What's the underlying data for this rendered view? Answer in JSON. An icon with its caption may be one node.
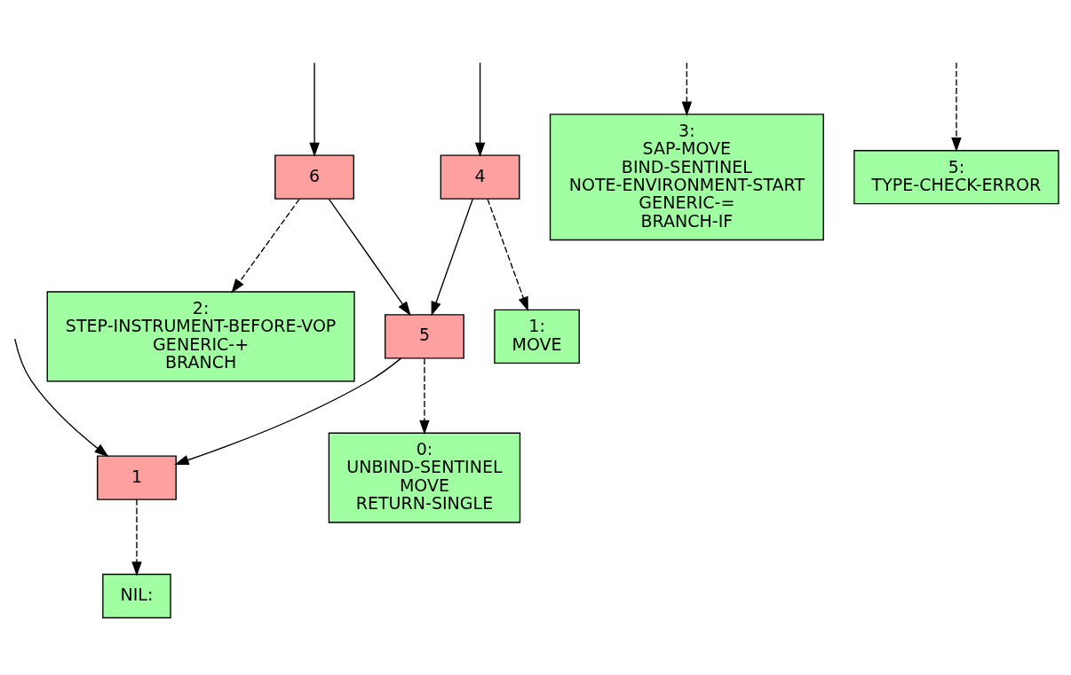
{
  "diagram": {
    "nodes": [
      {
        "text": [
          "4"
        ]
      },
      {
        "text": [
          "6"
        ]
      },
      {
        "text": [
          "3:",
          "SAP-MOVE",
          "BIND-SENTINEL",
          "NOTE-ENVIRONMENT-START",
          "GENERIC-=",
          "BRANCH-IF"
        ]
      },
      {
        "text": [
          "1:",
          "MOVE"
        ]
      },
      {
        "text": [
          "5"
        ]
      },
      {
        "text": [
          "1"
        ]
      },
      {
        "text": [
          "0:",
          "UNBIND-SENTINEL",
          "MOVE",
          "RETURN-SINGLE"
        ]
      },
      {
        "text": [
          "2:",
          "STEP-INSTRUMENT-BEFORE-VOP",
          "GENERIC-+",
          "BRANCH"
        ]
      },
      {
        "text": [
          "5:",
          "TYPE-CHECK-ERROR"
        ]
      },
      {
        "text": [
          "NIL:"
        ]
      }
    ],
    "edges": [
      {
        "from": null,
        "to": 0,
        "arrow": "to"
      },
      {
        "from": null,
        "to": 1,
        "arrow": "to"
      },
      {
        "from": null,
        "to": 2,
        "arrow": "to",
        "style": "dashed"
      },
      {
        "from": null,
        "to": 5,
        "arrow": "to"
      },
      {
        "from": null,
        "to": 8,
        "arrow": "to",
        "style": "dashed"
      },
      {
        "from": 0,
        "to": 3,
        "arrow": "to",
        "style": "dashed"
      },
      {
        "from": 0,
        "to": 4,
        "arrow": "to"
      },
      {
        "from": 1,
        "to": 4,
        "arrow": "to"
      },
      {
        "from": 1,
        "to": 7,
        "arrow": "to",
        "style": "dashed"
      },
      {
        "from": 4,
        "to": 5,
        "arrow": "to"
      },
      {
        "from": 4,
        "to": 6,
        "arrow": "to",
        "style": "dashed"
      },
      {
        "from": 5,
        "to": 9,
        "arrow": "to",
        "style": "dashed"
      }
    ]
  }
}
